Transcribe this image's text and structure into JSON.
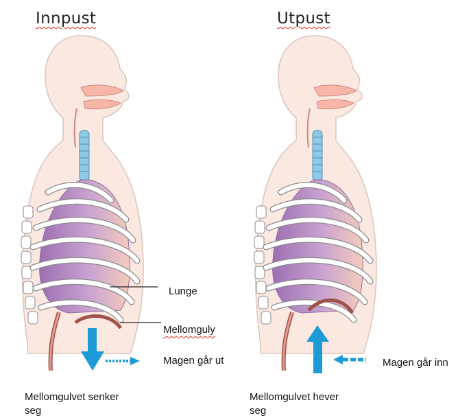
{
  "left": {
    "title": "Innpust",
    "labels": {
      "lung": "Lunge",
      "diaphragm": "Mellomguly",
      "stomach": "Magen går ut"
    },
    "caption_line1": "Mellomgulvet senker",
    "caption_line2": "seg"
  },
  "right": {
    "title": "Utpust",
    "labels": {
      "stomach": "Magen går inn"
    },
    "caption_line1": "Mellomgulvet hever",
    "caption_line2": "seg"
  },
  "colors": {
    "skin": "#fbe9e1",
    "skin_outline": "#d9c5bc",
    "lung": "#b58bc4",
    "lung_light": "#f4c9b9",
    "rib": "#ffffff",
    "rib_outline": "#8a8a8a",
    "arrow": "#1e9bd7",
    "mouth": "#f7b6a8",
    "trachea": "#8fc9e6",
    "diaphragm": "#a0524a"
  },
  "icons": {
    "down_arrow": "arrow-down-icon",
    "up_arrow": "arrow-up-icon",
    "out_arrow": "arrow-right-dotted-icon",
    "in_arrow": "arrow-left-dashed-icon"
  }
}
